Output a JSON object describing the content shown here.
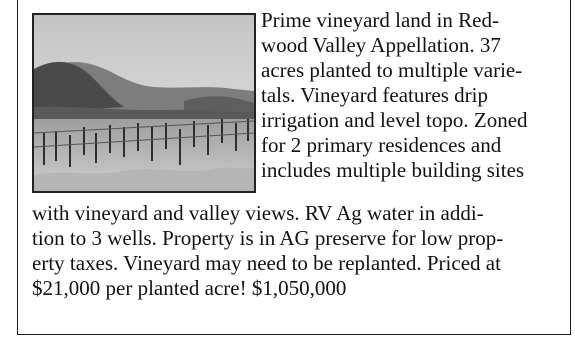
{
  "listing": {
    "photo_alt": "vineyard photo",
    "lines": [
      "Prime vineyard land in Red-",
      "wood Valley Appellation. 37",
      "acres planted to multiple varie-",
      "tals. Vineyard features drip",
      "irrigation and level topo. Zoned",
      "for 2 primary residences and",
      "includes multiple building sites",
      "with vineyard and valley views. RV Ag water in addi-",
      "tion to 3 wells. Property is in AG preserve for low prop-",
      "erty taxes. Vineyard may need to be replanted. Priced at",
      "$21,000 per planted acre! $1,050,000"
    ]
  }
}
